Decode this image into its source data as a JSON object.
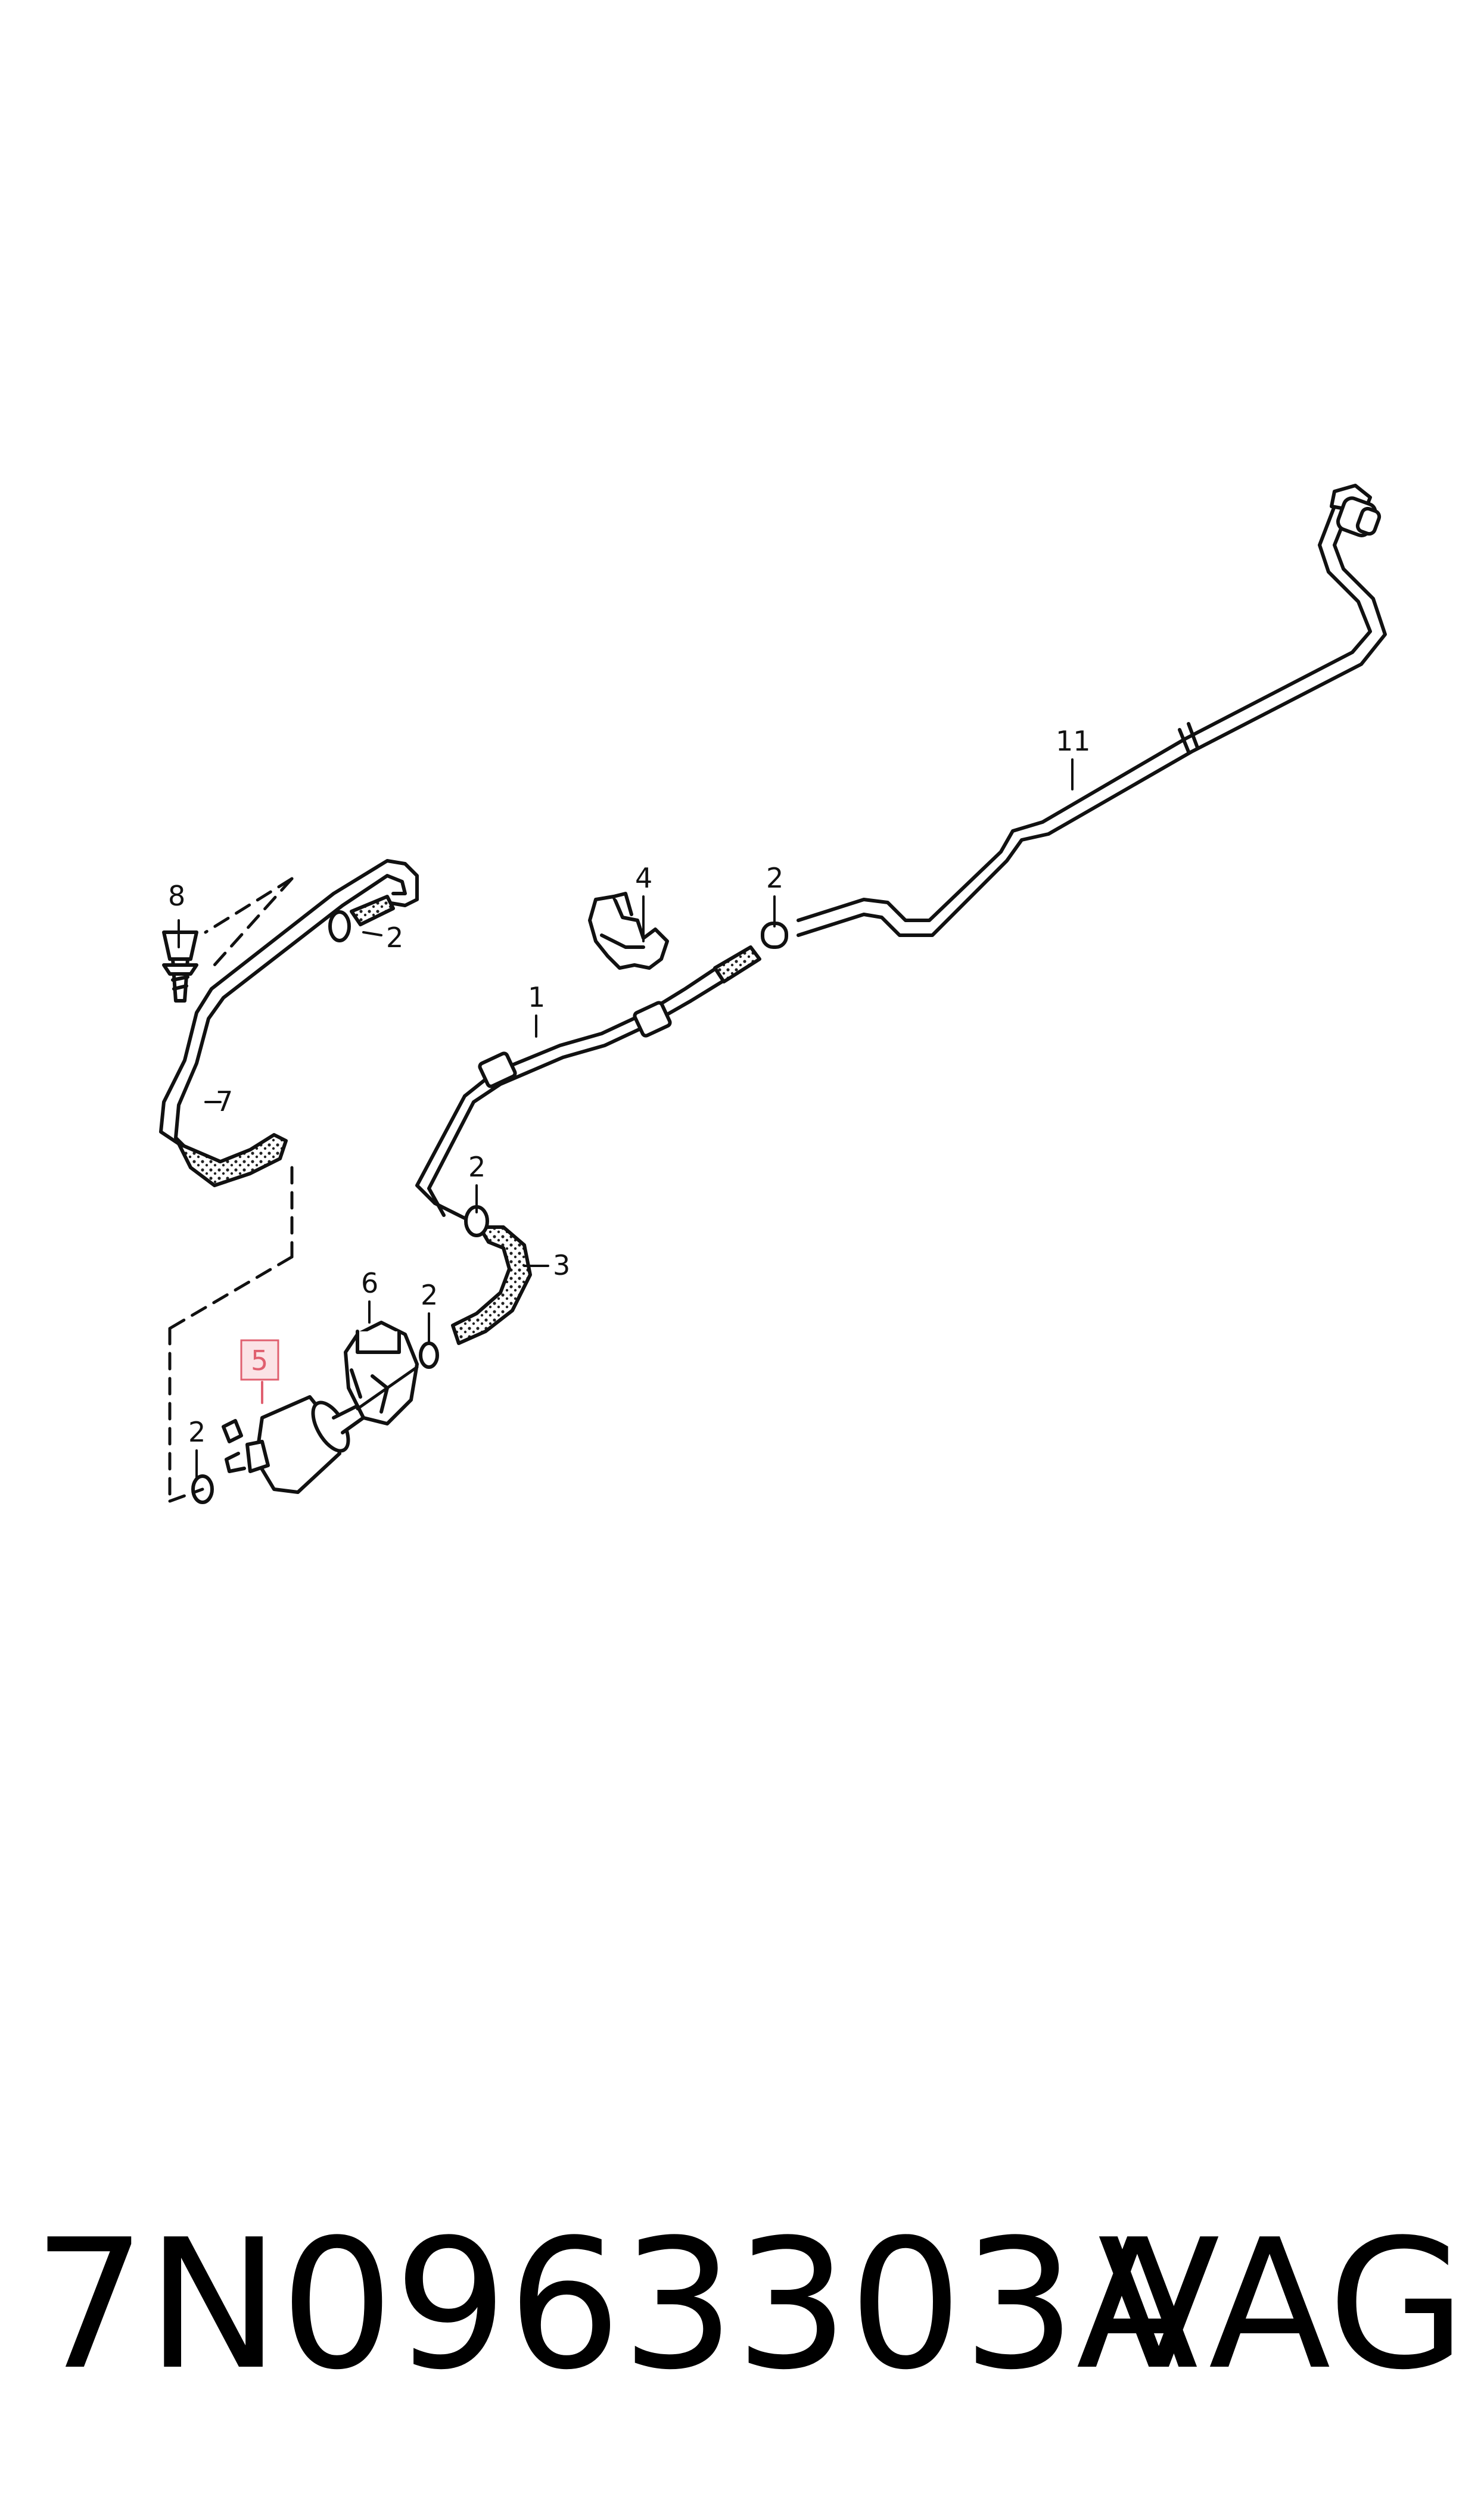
{
  "diagram": {
    "callouts": {
      "c1": "1",
      "c2a": "2",
      "c2b": "2",
      "c2c": "2",
      "c2d": "2",
      "c2e": "2",
      "c3": "3",
      "c4": "4",
      "c5": "5",
      "c6": "6",
      "c7": "7",
      "c8": "8",
      "c11": "11"
    },
    "highlight_color": "#e06070",
    "highlight_fill": "#fbe3e6"
  },
  "footer": {
    "part_number": "7N0963303A",
    "brand": "VAG"
  }
}
